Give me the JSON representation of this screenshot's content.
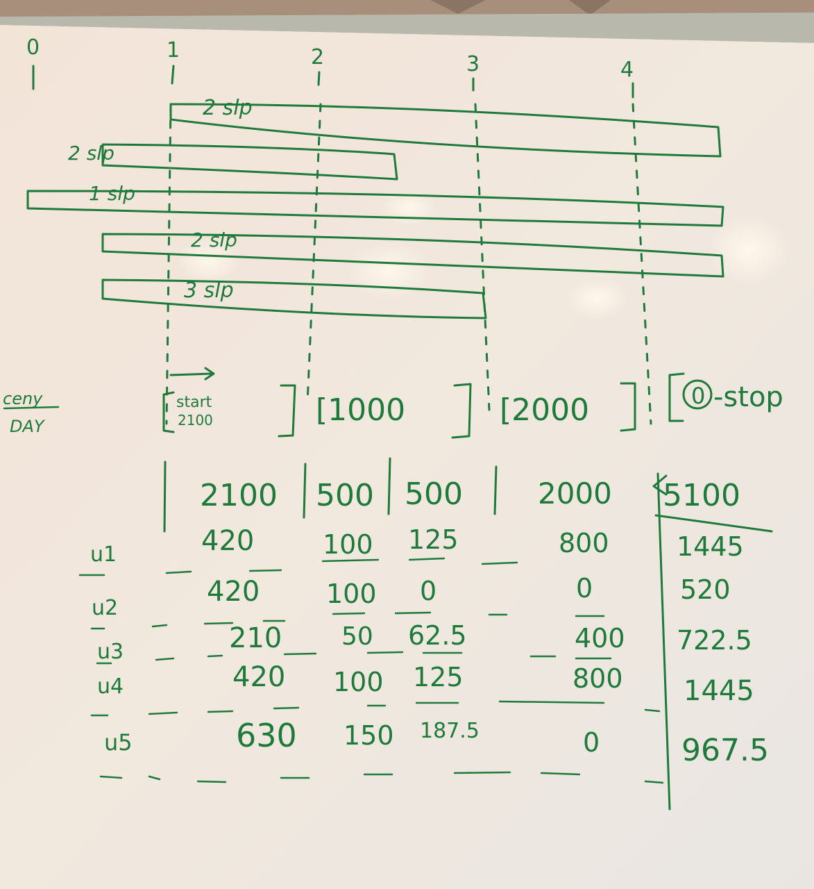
{
  "timeline": {
    "ticks": [
      "0",
      "1",
      "2",
      "3",
      "4"
    ],
    "bars": [
      "2 slp",
      "2 slp",
      "1 slp",
      "2 slp",
      "3 slp"
    ]
  },
  "price_row": {
    "label_top": "ceny",
    "label_bottom": "DAY",
    "start_top": "start",
    "start_bottom": "2100",
    "mid1": "[1000",
    "mid2": "[2000",
    "stop_digit": "0",
    "stop_text": "-stop"
  },
  "table": {
    "headers": [
      "2100",
      "500",
      "500",
      "2000",
      "5100"
    ],
    "rows": [
      {
        "label": "u1",
        "c1": "420",
        "c2": "100",
        "c3": "125",
        "c4": "800",
        "total": "1445"
      },
      {
        "label": "u2",
        "c1": "420",
        "c2": "100",
        "c3": "0",
        "c4": "0",
        "total": "520"
      },
      {
        "label": "u3",
        "c1": "210",
        "c2": "50",
        "c3": "62.5",
        "c4": "400",
        "total": "722.5"
      },
      {
        "label": "u4",
        "c1": "420",
        "c2": "100",
        "c3": "125",
        "c4": "800",
        "total": "1445"
      },
      {
        "label": "u5",
        "c1": "630",
        "c2": "150",
        "c3": "187.5",
        "c4": "0",
        "total": "967.5"
      }
    ]
  },
  "colors": {
    "ink": "#1e7a3a",
    "board": "#efe7df",
    "wall": "#a88f7c",
    "frame": "#b9b8ad"
  }
}
